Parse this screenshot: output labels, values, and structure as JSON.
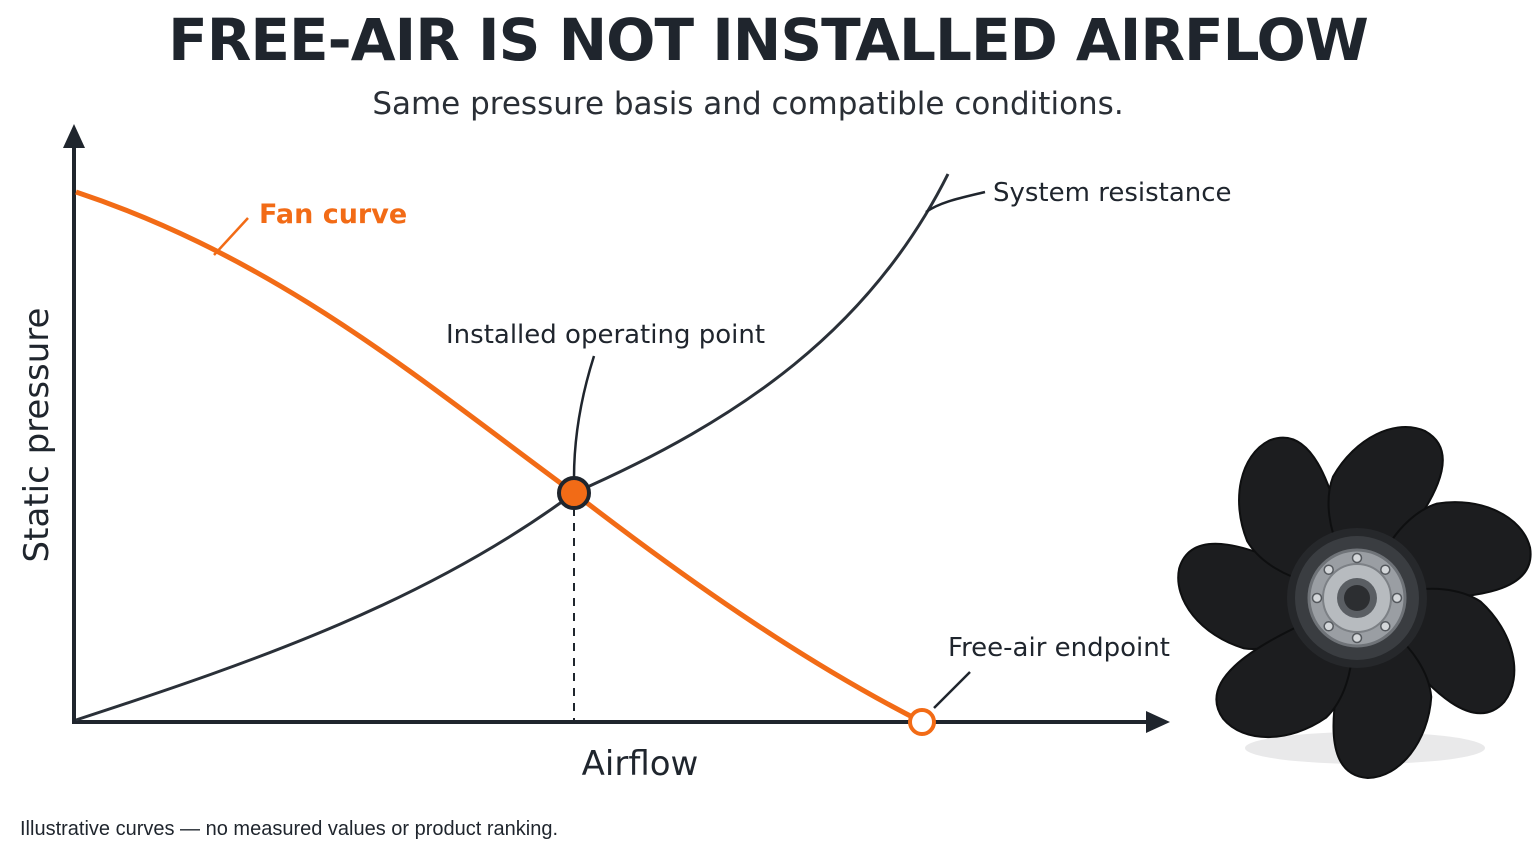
{
  "title": "FREE-AIR IS NOT INSTALLED AIRFLOW",
  "subtitle": "Same pressure basis and compatible conditions.",
  "footnote": "Illustrative curves — no measured values or product ranking.",
  "axes": {
    "x_label": "Airflow",
    "y_label": "Static pressure"
  },
  "curves": {
    "fan_curve_label": "Fan curve",
    "system_resistance_label": "System resistance"
  },
  "annotations": {
    "operating_point_label": "Installed operating point",
    "free_air_label": "Free-air endpoint"
  },
  "colors": {
    "fan_curve": "#f26b16",
    "system_curve": "#2a3038",
    "axes": "#1f252d",
    "fan_blade": "#1c1d1f",
    "hub": "#9a9ea3"
  },
  "icons": {
    "fan_illustration": "axial-fan-blade-icon"
  }
}
